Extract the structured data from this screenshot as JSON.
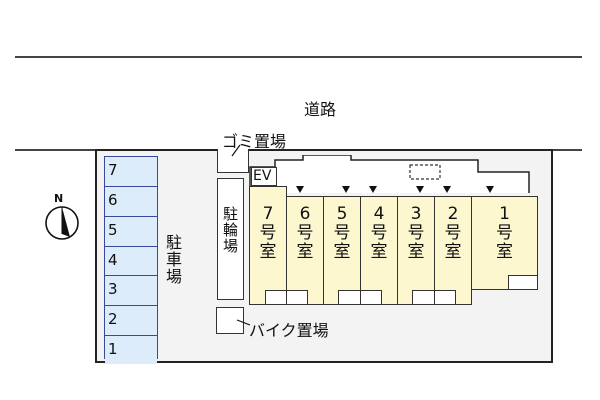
{
  "road": {
    "label": "道路"
  },
  "garbage": {
    "label": "ゴミ置場"
  },
  "parking": {
    "label": "駐車場",
    "slots": [
      "7",
      "6",
      "5",
      "4",
      "3",
      "2",
      "1"
    ]
  },
  "bicycle_parking": {
    "label": "駐輪場"
  },
  "bike_parking": {
    "label": "バイク置場"
  },
  "elevator": {
    "label": "EV"
  },
  "compass": {
    "label": "N"
  },
  "units": [
    {
      "num": "7",
      "l1": "号",
      "l2": "室"
    },
    {
      "num": "6",
      "l1": "号",
      "l2": "室"
    },
    {
      "num": "5",
      "l1": "号",
      "l2": "室"
    },
    {
      "num": "4",
      "l1": "号",
      "l2": "室"
    },
    {
      "num": "3",
      "l1": "号",
      "l2": "室"
    },
    {
      "num": "2",
      "l1": "号",
      "l2": "室"
    },
    {
      "num": "1",
      "l1": "号",
      "l2": "室"
    }
  ],
  "colors": {
    "unit_fill": "#fdf7cf",
    "parking_fill": "#dcecfa",
    "parking_border": "#3a4a9a",
    "lot_fill": "#f3f3f3"
  }
}
